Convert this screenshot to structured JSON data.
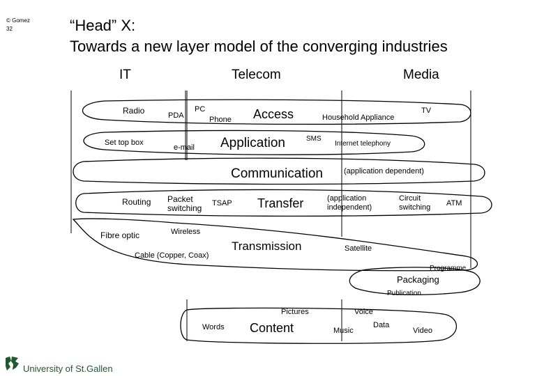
{
  "header": {
    "copyright": "© Gomez",
    "slide_number": "32",
    "title_line1": "“Head” X:",
    "title_line2": "Towards a new layer model of the converging industries"
  },
  "columns": [
    "IT",
    "Telecom",
    "Media"
  ],
  "layers": {
    "access": {
      "name": "Access",
      "items": [
        "Radio",
        "PDA",
        "PC",
        "Phone",
        "Household Appliance",
        "TV"
      ]
    },
    "application": {
      "name": "Application",
      "items": [
        "Set top box",
        "e-mail",
        "SMS",
        "Internet telephony"
      ]
    },
    "communication": {
      "name": "Communication",
      "note": "(application dependent)"
    },
    "transfer": {
      "name": "Transfer",
      "items": [
        "Routing",
        "Packet",
        "switching",
        "TSAP",
        "(application",
        "independent)",
        "Circuit",
        "switching",
        "ATM"
      ]
    },
    "transmission": {
      "name": "Transmission",
      "items": [
        "Fibre optic",
        "Wireless",
        "Cable (Copper, Coax)",
        "Satellite"
      ]
    },
    "packaging": {
      "name": "Packaging",
      "items": [
        "Programme",
        "Publication"
      ]
    },
    "content": {
      "name": "Content",
      "items": [
        "Pictures",
        "Voice",
        "Words",
        "Data",
        "Music",
        "Video"
      ]
    }
  },
  "footer": {
    "logo": "University of St.Gallen"
  },
  "colors": {
    "logo_green": "#1f5a2e"
  }
}
